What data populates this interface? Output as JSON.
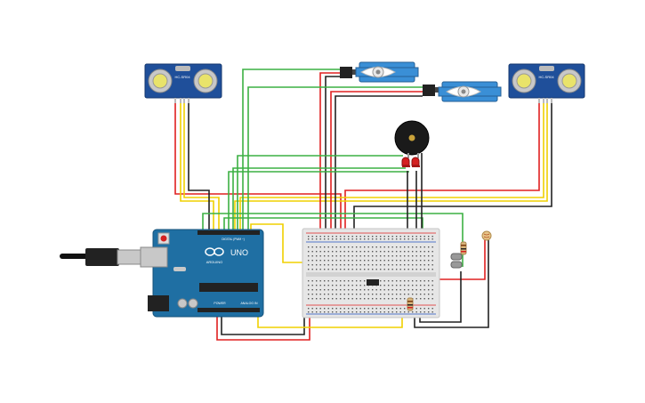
{
  "components": {
    "sensor_left_label": "HC-SR04",
    "sensor_right_label": "HC-SR04",
    "arduino_brand": "ARDUINO",
    "arduino_model": "UNO",
    "arduino_digital_label": "DIGITAL (PWM ~)",
    "arduino_power_label": "POWER",
    "arduino_analog_label": "ANALOG IN"
  },
  "colors": {
    "wire_red": "#e02020",
    "wire_black": "#222222",
    "wire_green": "#3cb043",
    "wire_yellow": "#f0d000",
    "board_blue": "#1f6fa3",
    "sensor_blue": "#1f4f9a",
    "servo_blue": "#3a8fd6",
    "breadboard": "#e6e6e6"
  },
  "icons": [
    "usb-cable-icon",
    "buzzer-icon",
    "led-icon",
    "resistor-icon",
    "photoresistor-icon",
    "pushbutton-icon",
    "servo-icon",
    "ultrasonic-sensor-icon"
  ]
}
